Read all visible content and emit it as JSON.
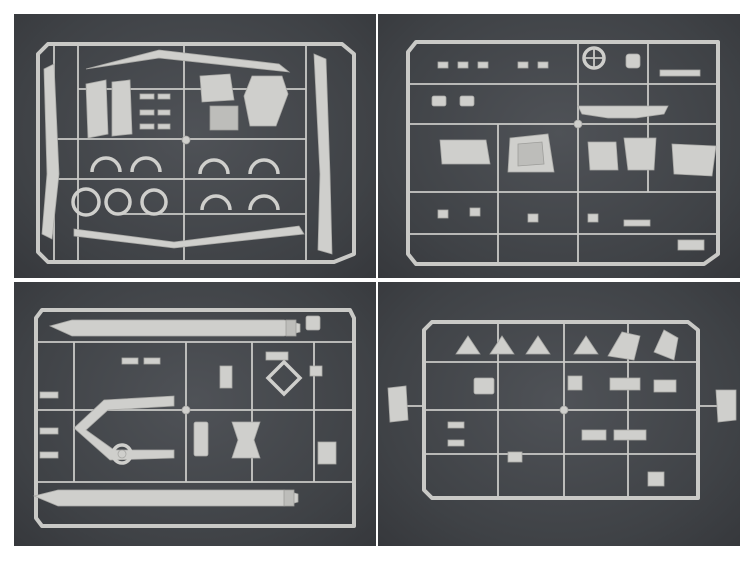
{
  "photo": {
    "subject": "",
    "background_color": "#ffffff",
    "panel_color": "#45484c",
    "plastic_color": "#cfcfcc"
  },
  "sprues": [
    {
      "position": "top-left"
    },
    {
      "position": "top-right"
    },
    {
      "position": "bottom-left"
    },
    {
      "position": "bottom-right"
    }
  ]
}
